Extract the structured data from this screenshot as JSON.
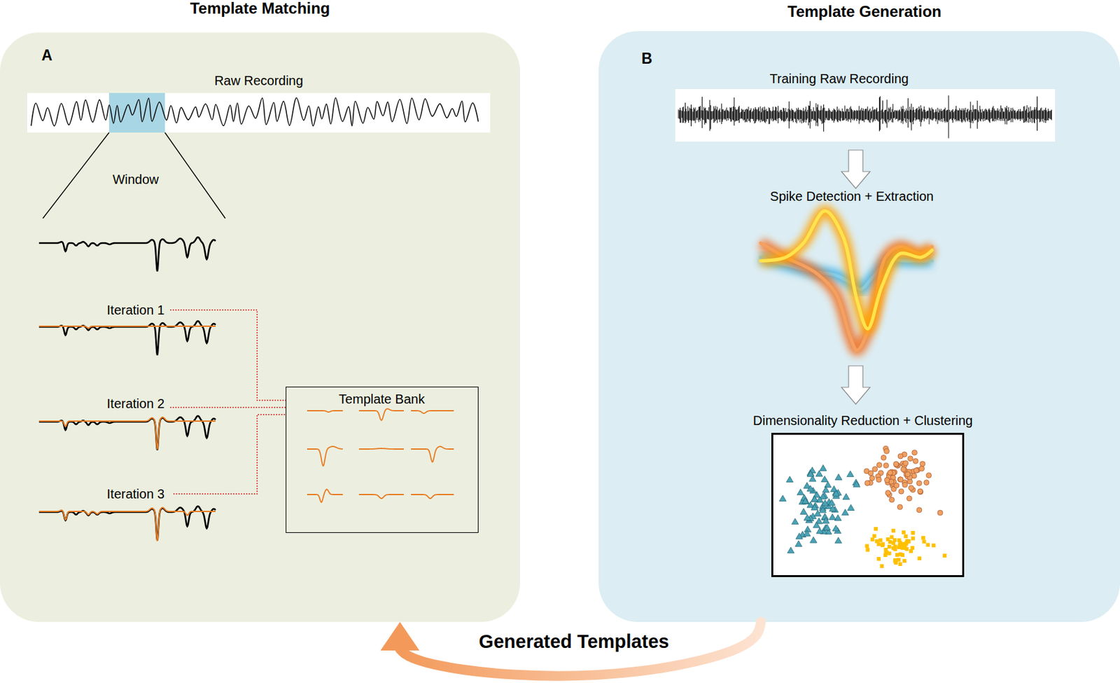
{
  "diagram": {
    "nodes": [
      {
        "text": [
          "Template Matching",
          "A"
        ]
      },
      {
        "text": [
          "Raw Recording"
        ],
        "in": 0
      },
      {
        "text": [
          "Template Bank"
        ],
        "in": 0
      },
      {
        "text": [
          "Template Generation",
          "B"
        ]
      },
      {
        "text": [
          "Training Raw Recording"
        ],
        "in": 3
      },
      {
        "text": [
          "Dimensionality Reduction + Clustering"
        ],
        "in": 3
      }
    ],
    "edges": [
      {
        "from": 3,
        "to": 0,
        "label": "Generated Templates",
        "arrow": "to"
      }
    ],
    "labels": [
      "Window",
      "Iteration 1",
      "Iteration 2",
      "Iteration 3",
      "Spike Detection + Extraction"
    ]
  }
}
